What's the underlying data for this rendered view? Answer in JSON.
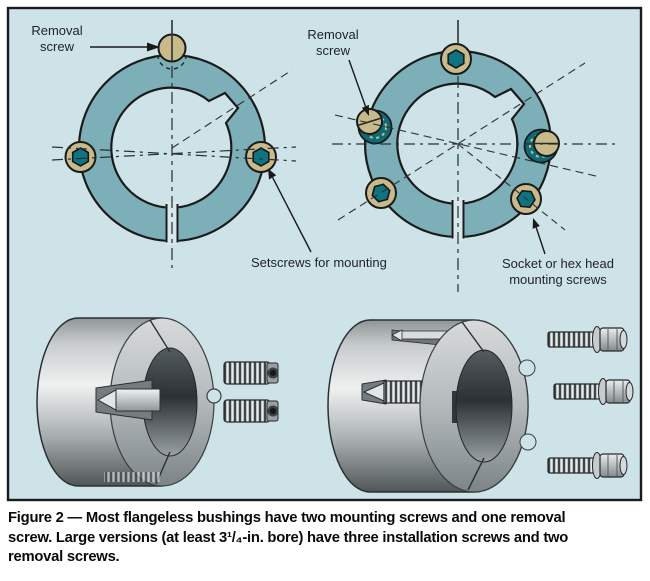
{
  "figure": {
    "background_color": "#cde3e8",
    "ring_color": "#7cafb8",
    "bore_color": "#d7e8ec",
    "screw_head_color": "#c9ba8c",
    "hex_socket_color": "#0f7380",
    "collar_color": "#0d6b76",
    "outline_color": "#1a1a1a",
    "labels": {
      "removal_screw_left": "Removal\nscrew",
      "removal_screw_right": "Removal\nscrew",
      "setscrews_for_mounting": "Setscrews for mounting",
      "socket_or_hex": "Socket or hex head\nmounting screws"
    }
  },
  "caption": {
    "line1": "Figure 2 — Most flangeless bushings have two mounting screws and one removal",
    "line2": "screw. Large versions (at least 3¹/₄-in. bore) have three installation screws and two",
    "line3": "removal screws."
  }
}
